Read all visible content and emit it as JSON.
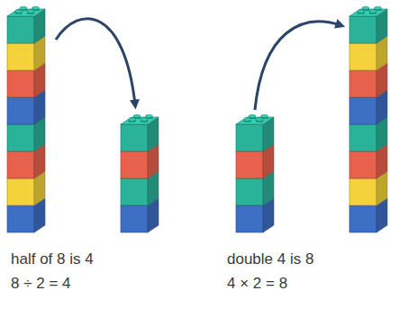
{
  "diagram": {
    "labels": [
      "half of 8 is 4",
      "8 ÷ 2 = 4",
      "double 4 is 8",
      "4 × 2 = 8"
    ]
  }
}
